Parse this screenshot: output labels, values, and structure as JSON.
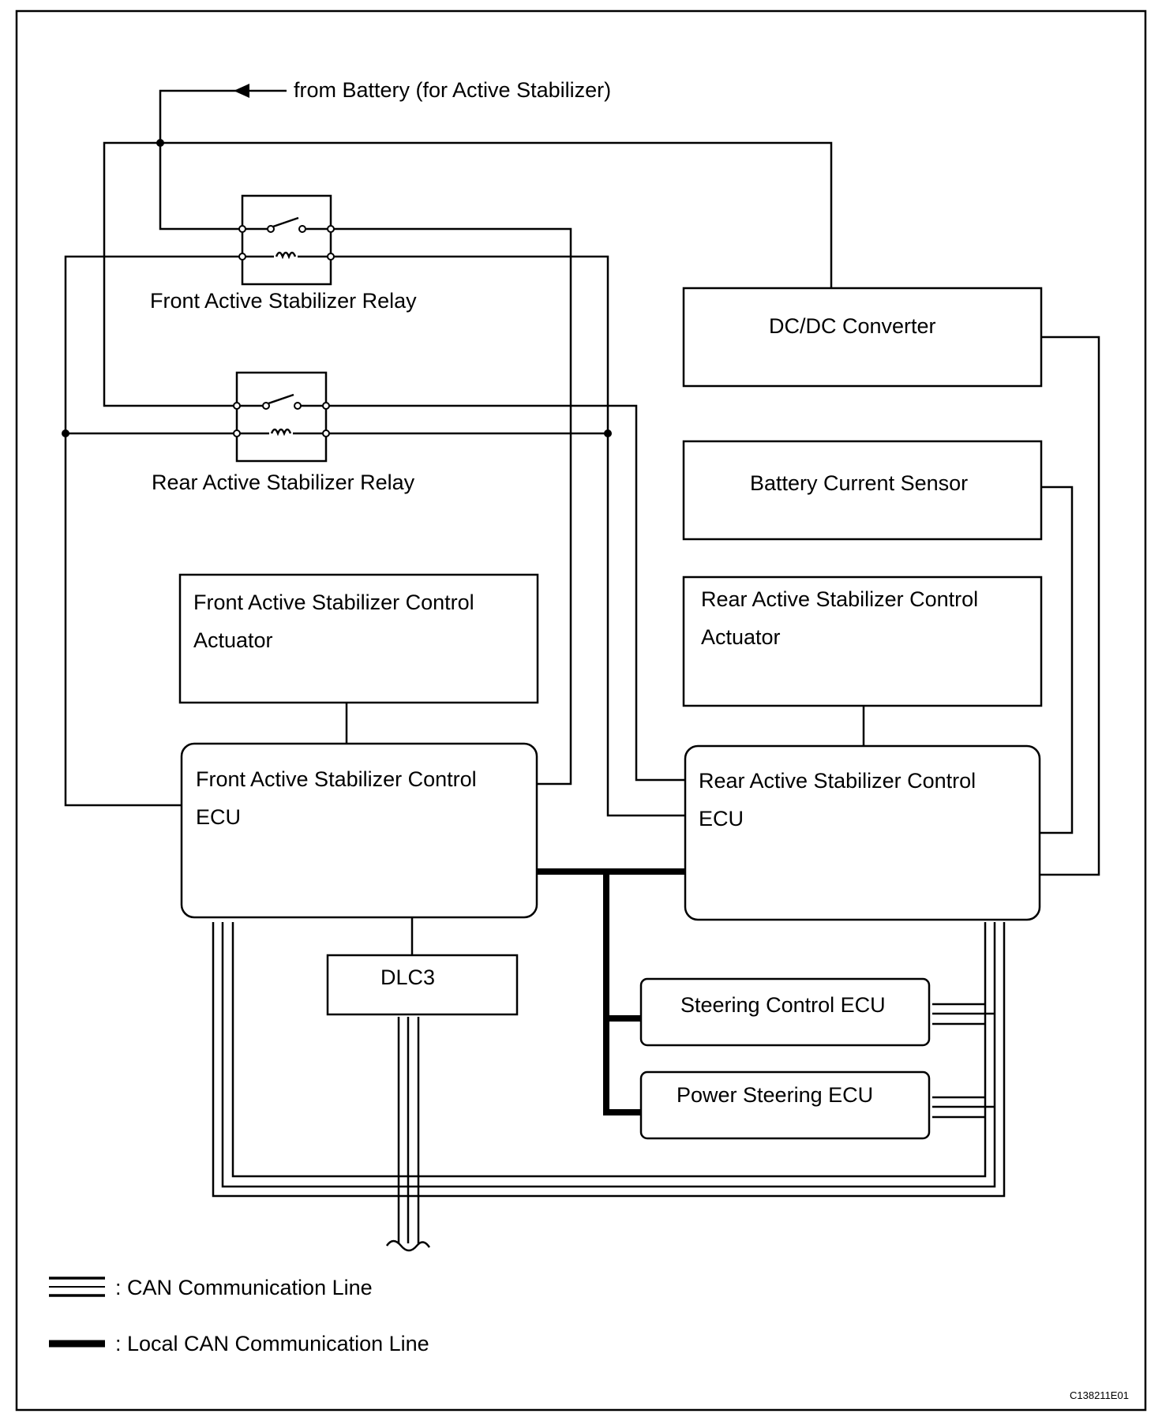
{
  "diagram": {
    "battery_label": "from Battery (for Active Stabilizer)",
    "components": {
      "front_relay": "Front Active Stabilizer Relay",
      "rear_relay": "Rear Active Stabilizer Relay",
      "dcdc": "DC/DC Converter",
      "battery_sensor": "Battery Current Sensor",
      "front_actuator": [
        "Front Active Stabilizer Control",
        "Actuator"
      ],
      "rear_actuator": [
        "Rear Active Stabilizer Control",
        "Actuator"
      ],
      "front_ecu": [
        "Front Active Stabilizer Control",
        "ECU"
      ],
      "rear_ecu": [
        "Rear Active Stabilizer Control",
        "ECU"
      ],
      "dlc3": "DLC3",
      "steering_ecu": "Steering Control ECU",
      "power_steering_ecu": "Power Steering ECU"
    },
    "legend": {
      "can": ": CAN Communication Line",
      "local_can": ": Local CAN Communication Line"
    },
    "figure_code": "C138211E01"
  }
}
